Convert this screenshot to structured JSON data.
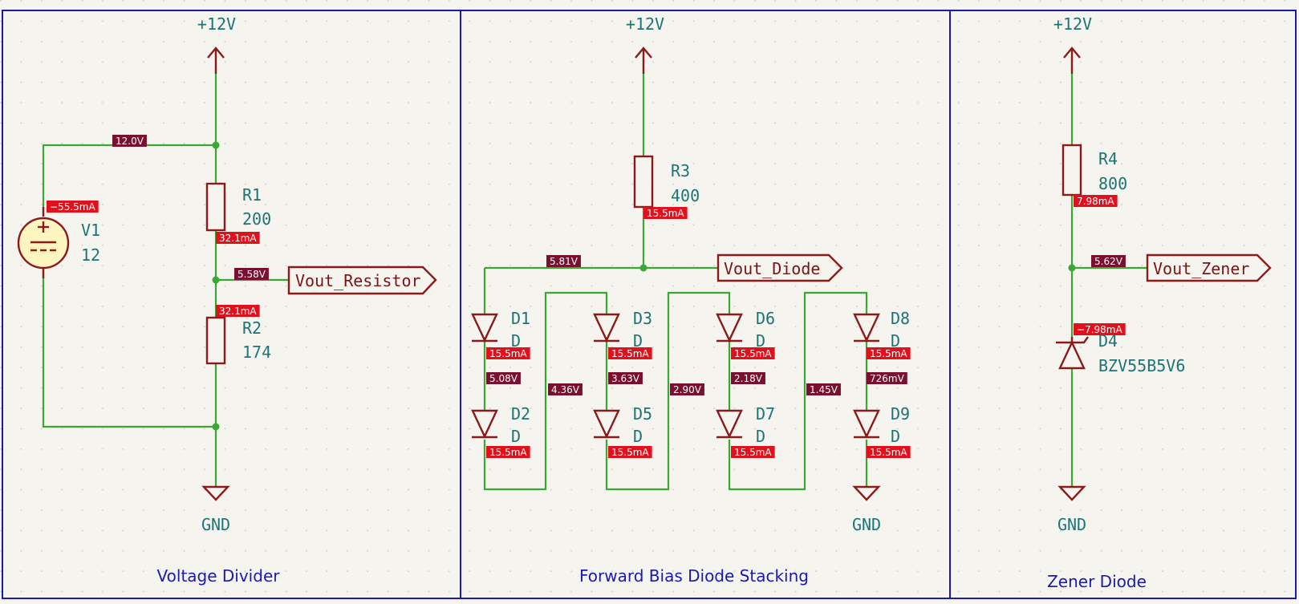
{
  "sheets": {
    "divider": "Voltage Divider",
    "diode_stack": "Forward Bias Diode Stacking",
    "zener": "Zener Diode"
  },
  "power": {
    "vcc": "+12V",
    "gnd": "GND"
  },
  "components": {
    "V1": {
      "ref": "V1",
      "value": "12"
    },
    "R1": {
      "ref": "R1",
      "value": "200"
    },
    "R2": {
      "ref": "R2",
      "value": "174"
    },
    "R3": {
      "ref": "R3",
      "value": "400"
    },
    "R4": {
      "ref": "R4",
      "value": "800"
    },
    "D1": {
      "ref": "D1",
      "value": "D"
    },
    "D2": {
      "ref": "D2",
      "value": "D"
    },
    "D3": {
      "ref": "D3",
      "value": "D"
    },
    "D5": {
      "ref": "D5",
      "value": "D"
    },
    "D6": {
      "ref": "D6",
      "value": "D"
    },
    "D7": {
      "ref": "D7",
      "value": "D"
    },
    "D8": {
      "ref": "D8",
      "value": "D"
    },
    "D9": {
      "ref": "D9",
      "value": "D"
    },
    "D4": {
      "ref": "D4",
      "value": "BZV55B5V6"
    }
  },
  "net_labels": {
    "resistor": "Vout_Resistor",
    "diode": "Vout_Diode",
    "zener": "Vout_Zener"
  },
  "probes": {
    "voltages": {
      "v_12": "12.0V",
      "v_558": "5.58V",
      "v_581": "5.81V",
      "v_508": "5.08V",
      "v_436": "4.36V",
      "v_363": "3.63V",
      "v_290": "2.90V",
      "v_218": "2.18V",
      "v_145": "1.45V",
      "v_726": "726mV",
      "v_562": "5.62V"
    },
    "currents": {
      "i_v1": "−55.5mA",
      "i_r1": "32.1mA",
      "i_r2": "32.1mA",
      "i_r3": "15.5mA",
      "i_d1": "15.5mA",
      "i_d2": "15.5mA",
      "i_d3": "15.5mA",
      "i_d5": "15.5mA",
      "i_d6": "15.5mA",
      "i_d7": "15.5mA",
      "i_d8": "15.5mA",
      "i_d9": "15.5mA",
      "i_r4": "7.98mA",
      "i_d4": "−7.98mA"
    }
  },
  "colors": {
    "background": "#f5f4ef",
    "wire": "#3aa832",
    "symbol": "#8b1a1a",
    "text": "#1c7474",
    "sheet_border": "#1a1ab0",
    "voltage_tag": "#7a1030",
    "current_tag": "#e0101c"
  }
}
